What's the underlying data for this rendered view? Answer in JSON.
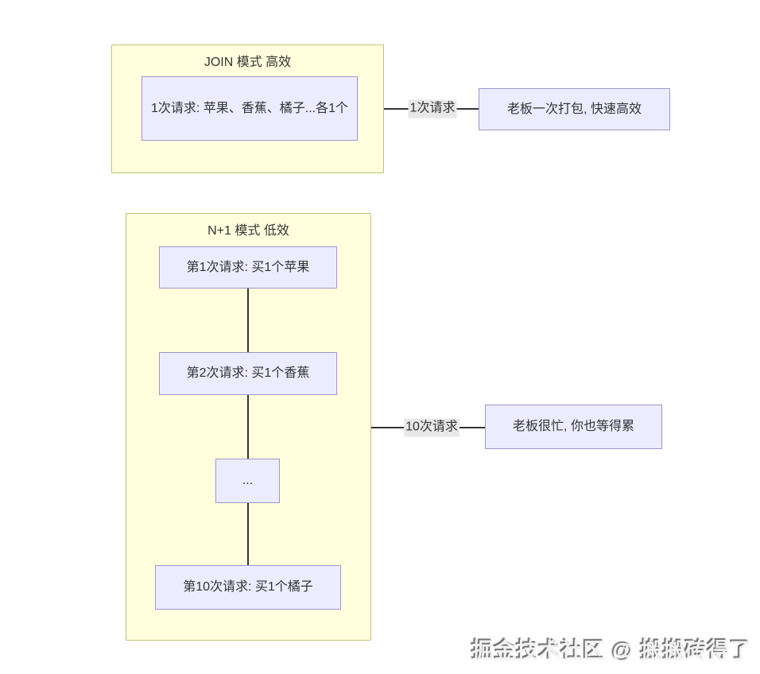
{
  "colors": {
    "cluster_fill": "#ffffde",
    "cluster_border": "#c2c178",
    "node_fill": "#ececff",
    "node_border": "#9e95cf",
    "line_color": "#333333",
    "edge_label_bg": "#e8e8e8",
    "text_color": "#333333"
  },
  "join_section": {
    "title": "JOIN 模式 高效",
    "request_node": "1次请求: 苹果、香蕉、橘子...各1个",
    "edge_label": "1次请求",
    "result_node": "老板一次打包, 快速高效"
  },
  "n_plus_1_section": {
    "title": "N+1 模式 低效",
    "request_nodes": [
      "第1次请求: 买1个苹果",
      "第2次请求: 买1个香蕉",
      "...",
      "第10次请求: 买1个橘子"
    ],
    "edge_label": "10次请求",
    "result_node": "老板很忙, 你也等得累"
  },
  "watermark": "掘金技术社区 @ 搬搬砖得了"
}
